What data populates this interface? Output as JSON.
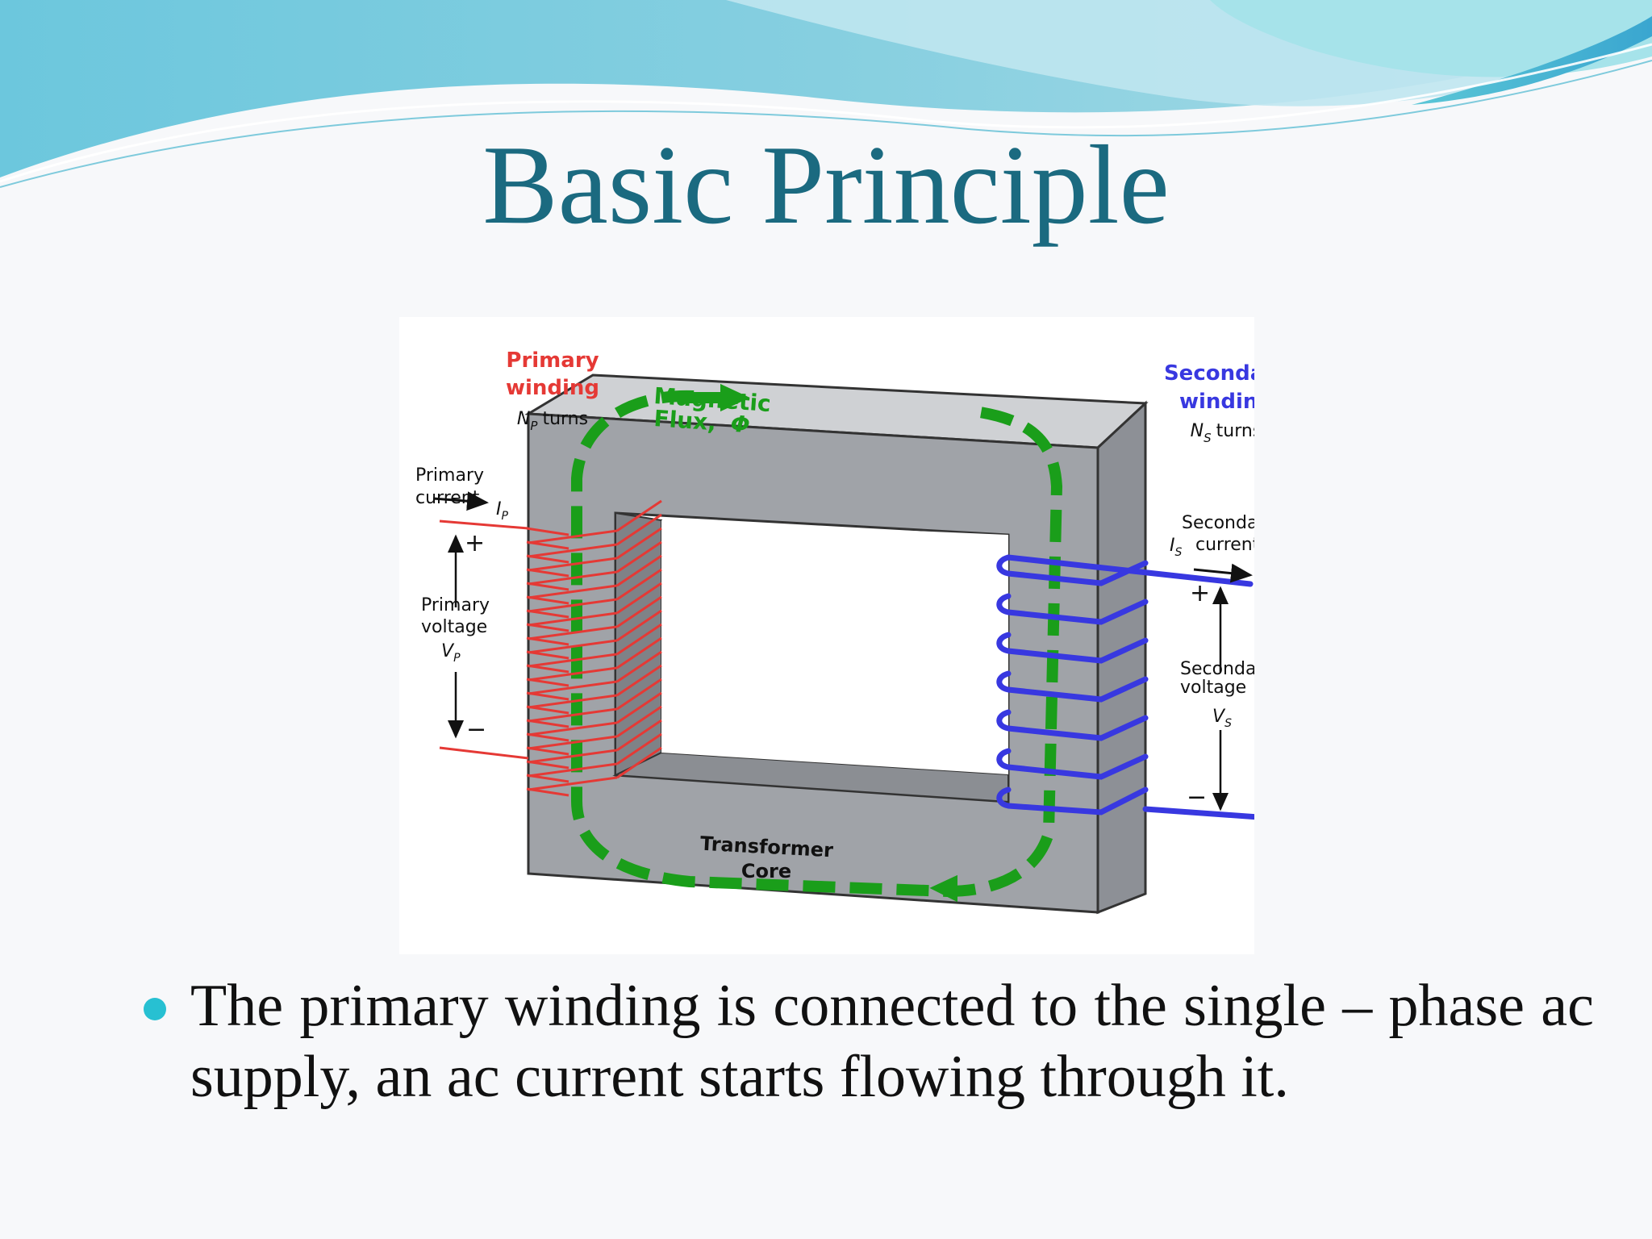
{
  "slide": {
    "title": "Basic Principle",
    "bullet": "The primary winding is connected to the single – phase ac supply, an ac current starts flowing through it."
  },
  "diagram": {
    "primary_winding": {
      "heading_line1": "Primary",
      "heading_line2": "winding",
      "turns": "turns",
      "symbol": "N",
      "sub": "P"
    },
    "secondary_winding": {
      "heading_line1": "Secondary",
      "heading_line2": "winding",
      "turns": "turns",
      "symbol": "N",
      "sub": "S"
    },
    "primary_current": {
      "line1": "Primary",
      "line2": "current",
      "symbol": "I",
      "sub": "P"
    },
    "primary_voltage": {
      "line1": "Primary",
      "line2": "voltage",
      "symbol": "V",
      "sub": "P",
      "plus": "+",
      "minus": "−"
    },
    "secondary_current": {
      "line1": "Secondary",
      "line2": "current",
      "symbol": "I",
      "sub": "S"
    },
    "secondary_voltage": {
      "line1": "Secondary",
      "line2": "voltage",
      "symbol": "V",
      "sub": "S",
      "plus": "+",
      "minus": "−"
    },
    "flux": {
      "line1": "Magnetic",
      "line2": "Flux,",
      "symbol": "Φ"
    },
    "core": {
      "line1": "Transformer",
      "line2": "Core"
    },
    "colors": {
      "primary": "#e53935",
      "secondary": "#3838e0",
      "flux": "#1a9e1a",
      "core_front": "#a0a3a8",
      "core_top": "#cfd1d4",
      "core_side": "#8d9096",
      "title": "#1b6a80"
    }
  }
}
